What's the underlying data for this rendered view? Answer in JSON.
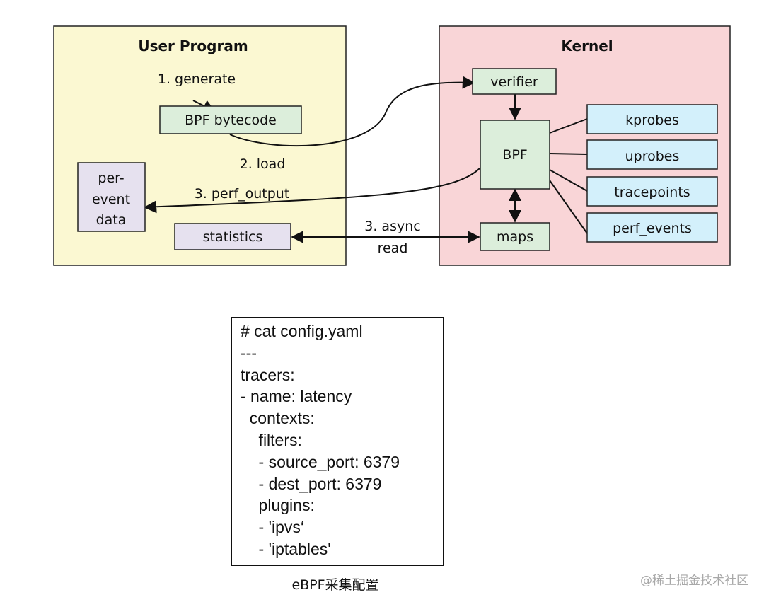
{
  "colors": {
    "user_panel_fill": "#fbf8d2",
    "kernel_panel_fill": "#f9d5d7",
    "green_box": "#dceedb",
    "purple_box": "#e6e1ef",
    "blue_box": "#d3f0fb",
    "stroke": "#222222"
  },
  "diagram": {
    "user_panel": {
      "title": "User Program"
    },
    "kernel_panel": {
      "title": "Kernel"
    },
    "nodes": {
      "bpf_bytecode": "BPF bytecode",
      "per_event": [
        "per-",
        "event",
        "data"
      ],
      "statistics": "statistics",
      "verifier": "verifier",
      "bpf": "BPF",
      "maps": "maps",
      "kprobes": "kprobes",
      "uprobes": "uprobes",
      "tracepoints": "tracepoints",
      "perf_events": "perf_events"
    },
    "edges": {
      "generate": "1. generate",
      "load": "2. load",
      "perf_output": "3. perf_output",
      "async": [
        "3. async",
        "read"
      ]
    }
  },
  "config": {
    "lines": [
      "# cat config.yaml",
      "---",
      "tracers:",
      "- name: latency",
      "  contexts:",
      "    filters:",
      "    - source_port: 6379",
      "    - dest_port: 6379",
      "    plugins:",
      "    - 'ipvs‘",
      "    - 'iptables'"
    ]
  },
  "caption": "eBPF采集配置",
  "watermark": "@稀土掘金技术社区"
}
